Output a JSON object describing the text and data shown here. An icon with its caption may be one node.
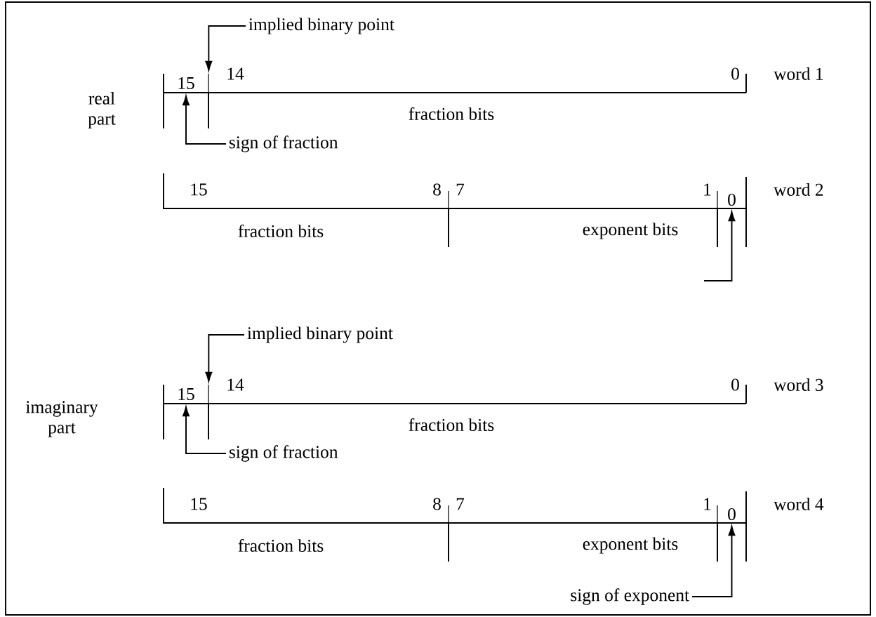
{
  "diagram": {
    "nodes": [
      {
        "text": [
          "implied binary point"
        ]
      },
      {
        "text": [
          "15"
        ]
      },
      {
        "text": [
          "sign of fraction"
        ]
      },
      {
        "text": [
          "0"
        ]
      },
      {
        "text": [
          "implied binary point"
        ]
      },
      {
        "text": [
          "15"
        ]
      },
      {
        "text": [
          "sign of fraction"
        ]
      },
      {
        "text": [
          "0"
        ]
      },
      {
        "text": [
          "sign of exponent"
        ]
      }
    ],
    "edges": [
      {
        "from": 0,
        "to": 1,
        "arrow": "to"
      },
      {
        "from": 2,
        "to": 1,
        "arrow": "to"
      },
      {
        "from": null,
        "to": 3,
        "arrow": "to"
      },
      {
        "from": 4,
        "to": 5,
        "arrow": "to"
      },
      {
        "from": 6,
        "to": 5,
        "arrow": "to"
      },
      {
        "from": 8,
        "to": 7,
        "arrow": "to"
      }
    ],
    "labels": [
      "real part",
      "14",
      "0",
      "word 1",
      "fraction bits",
      "15",
      "8",
      "7",
      "1",
      "word 2",
      "fraction bits",
      "exponent bits",
      "imaginary part",
      "14",
      "0",
      "word 3",
      "fraction bits",
      "15",
      "8",
      "7",
      "1",
      "word 4",
      "fraction bits",
      "exponent bits"
    ]
  }
}
